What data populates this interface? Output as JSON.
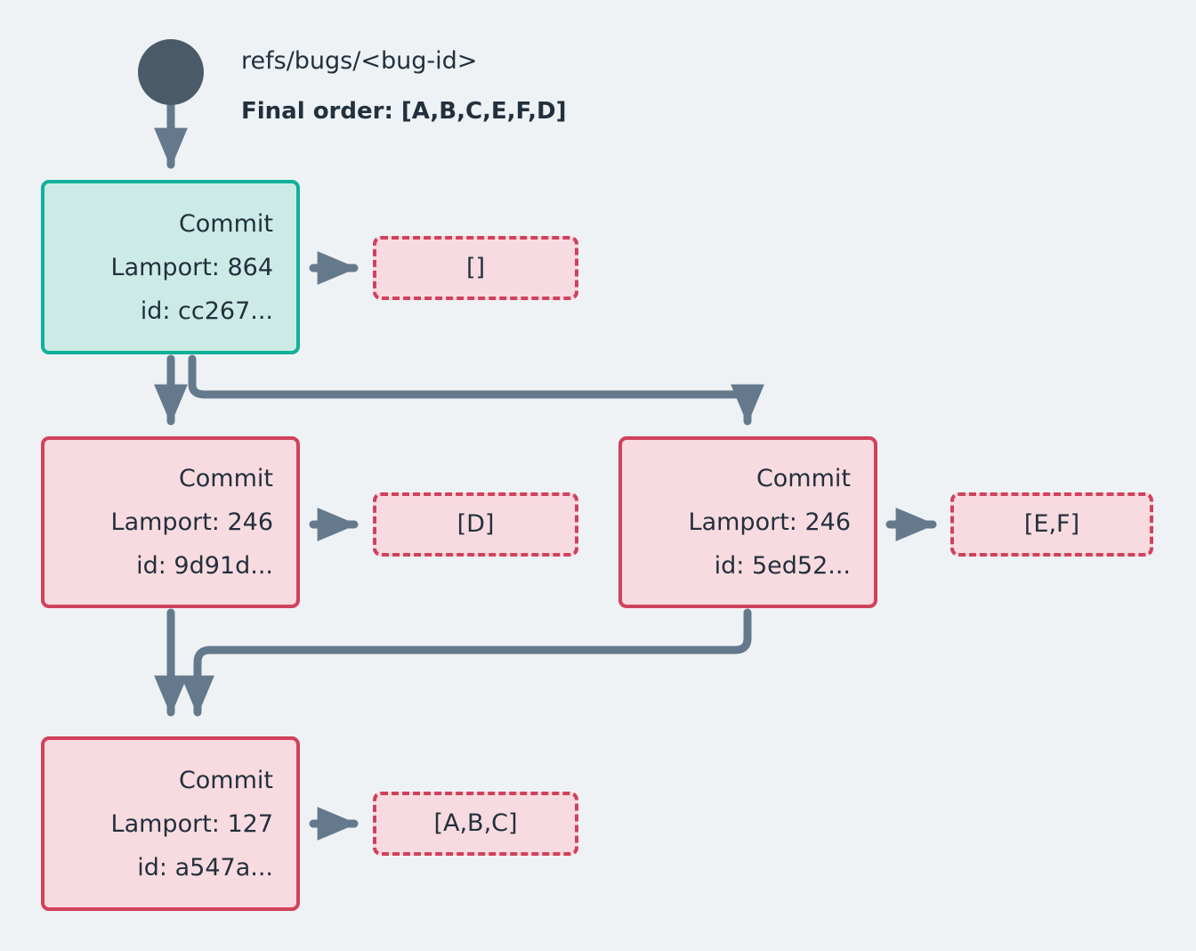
{
  "background_color": "#eef2f5",
  "colors": {
    "teal_fill": "#cdebe6",
    "teal_border": "#12b09a",
    "pink_fill": "#f8dbe0",
    "pink_border": "#d1415a",
    "edge": "#64798c",
    "root_circle": "#4a5a68",
    "text": "#22303d"
  },
  "header": {
    "ref_label": "refs/bugs/<bug-id>",
    "final_order_label": "Final order: [A,B,C,E,F,D]"
  },
  "nodes": [
    {
      "id": "node-a",
      "style": "teal",
      "title": "Commit",
      "lamport": "Lamport: 864",
      "commit_id": "id: cc267..."
    },
    {
      "id": "node-b",
      "style": "pink",
      "title": "Commit",
      "lamport": "Lamport: 246",
      "commit_id": "id: 9d91d..."
    },
    {
      "id": "node-c",
      "style": "pink",
      "title": "Commit",
      "lamport": "Lamport: 246",
      "commit_id": "id: 5ed52..."
    },
    {
      "id": "node-d",
      "style": "pink",
      "title": "Commit",
      "lamport": "Lamport: 127",
      "commit_id": "id: a547a..."
    }
  ],
  "operation_boxes": [
    {
      "id": "op-a",
      "label": "[]"
    },
    {
      "id": "op-b",
      "label": "[D]"
    },
    {
      "id": "op-c",
      "label": "[E,F]"
    },
    {
      "id": "op-d",
      "label": "[A,B,C]"
    }
  ]
}
